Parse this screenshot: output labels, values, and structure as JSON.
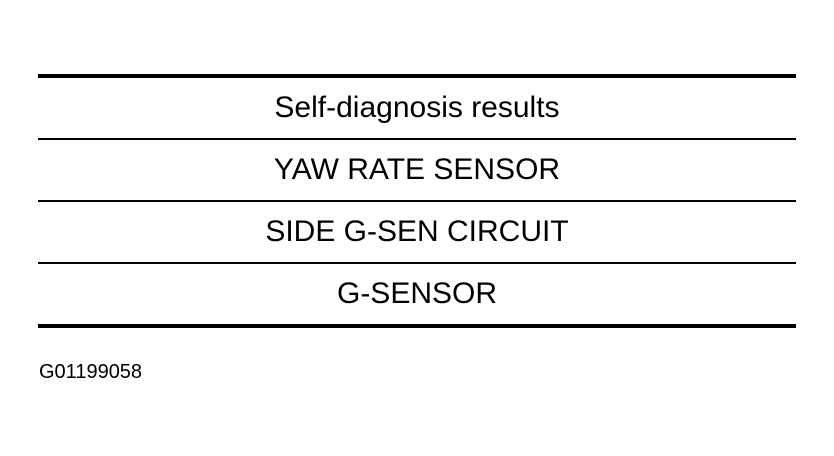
{
  "table": {
    "header": "Self-diagnosis results",
    "rows": [
      "YAW RATE SENSOR",
      "SIDE G-SEN CIRCUIT",
      "G-SENSOR"
    ]
  },
  "figure_id": "G01199058"
}
